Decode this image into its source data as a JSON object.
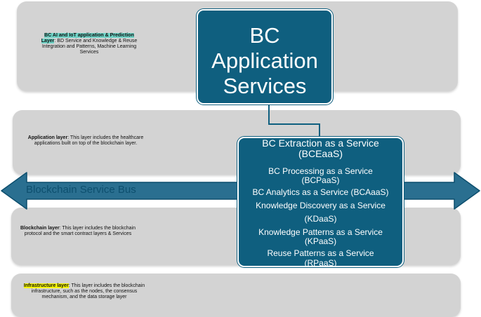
{
  "layers": {
    "ai": {
      "title": "BC AI and IoT application",
      "title2": " & Prediction Layer",
      "body": ": BD Service and Knowledge & Reuse Integration and Patterns, Machine Learning Services"
    },
    "application": {
      "title": "Application layer",
      "body": ": This layer includes the healthcare applications built on top of the blockchain layer."
    },
    "blockchain": {
      "title": "Blockchain layer",
      "body": ": This layer includes the blockchain protocol and the smart contract layers & Services"
    },
    "infrastructure": {
      "title": "Infrastructure layer",
      "body": ": This layer includes the blockchain infrastructure, such as the nodes, the consensus mechanism, and the data storage layer"
    }
  },
  "services_box": {
    "title_line1": "BC",
    "title_line2": "Application",
    "title_line3": "Services"
  },
  "services": [
    "BC Extraction as a Service",
    "(BCEaaS)",
    "BC Processing as a Service",
    "(BCPaaS)",
    "BC Analytics as a Service (BCAaaS)",
    "Knowledge Discovery as a Service",
    "(KDaaS)",
    "Knowledge Patterns as a Service",
    "(KPaaS)",
    "Reuse Patterns as a Service",
    "(RPaaS)"
  ],
  "bus": {
    "label": "Blockchain Service Bus"
  },
  "colors": {
    "layer_bg": "#d3d3d3",
    "box_bg": "#0f5f7f",
    "bus_fill": "#2a6f90",
    "teal_highlight": "#6fd3c6",
    "yellow_highlight": "#f5f500"
  }
}
